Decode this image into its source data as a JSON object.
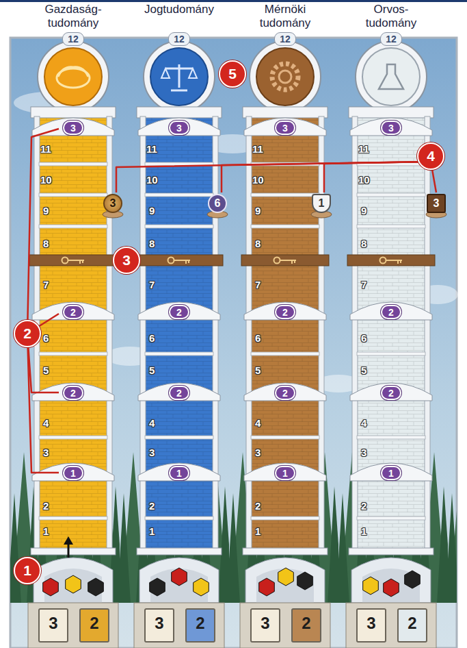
{
  "diagram": {
    "nodes": [
      {
        "text": [
          "Gazdaság- tudomány"
        ]
      },
      {
        "text": [
          "12"
        ],
        "in": 0
      },
      {
        "text": [
          "3"
        ],
        "in": 0
      },
      {
        "text": [
          "2"
        ],
        "in": 0
      },
      {
        "text": [
          "2"
        ],
        "in": 0
      },
      {
        "text": [
          "1"
        ],
        "in": 0
      },
      {
        "text": [
          "3"
        ],
        "in": 0
      },
      {
        "text": [
          "3"
        ],
        "in": 0
      },
      {
        "text": [
          "2"
        ],
        "in": 0
      },
      {
        "text": [
          "Jogtudomány"
        ]
      },
      {
        "text": [
          "12"
        ],
        "in": 9
      },
      {
        "text": [
          "3"
        ],
        "in": 9
      },
      {
        "text": [
          "2"
        ],
        "in": 9
      },
      {
        "text": [
          "2"
        ],
        "in": 9
      },
      {
        "text": [
          "1"
        ],
        "in": 9
      },
      {
        "text": [
          "6"
        ],
        "in": 9
      },
      {
        "text": [
          "3"
        ],
        "in": 9
      },
      {
        "text": [
          "2"
        ],
        "in": 9
      },
      {
        "text": [
          "Mérnöki tudomány"
        ]
      },
      {
        "text": [
          "12"
        ],
        "in": 18
      },
      {
        "text": [
          "3"
        ],
        "in": 18
      },
      {
        "text": [
          "2"
        ],
        "in": 18
      },
      {
        "text": [
          "2"
        ],
        "in": 18
      },
      {
        "text": [
          "1"
        ],
        "in": 18
      },
      {
        "text": [
          "1"
        ],
        "in": 18
      },
      {
        "text": [
          "3"
        ],
        "in": 18
      },
      {
        "text": [
          "2"
        ],
        "in": 18
      },
      {
        "text": [
          "Orvos- tudomány"
        ]
      },
      {
        "text": [
          "12"
        ],
        "in": 27
      },
      {
        "text": [
          "3"
        ],
        "in": 27
      },
      {
        "text": [
          "2"
        ],
        "in": 27
      },
      {
        "text": [
          "2"
        ],
        "in": 27
      },
      {
        "text": [
          "1"
        ],
        "in": 27
      },
      {
        "text": [
          "3"
        ],
        "in": 27
      },
      {
        "text": [
          "3"
        ],
        "in": 27
      },
      {
        "text": [
          "2"
        ],
        "in": 27
      }
    ],
    "labels": [
      "11",
      "10",
      "9",
      "8",
      "7",
      "6",
      "5",
      "4",
      "3",
      "2",
      "1",
      "11",
      "10",
      "9",
      "8",
      "7",
      "6",
      "5",
      "4",
      "3",
      "2",
      "1",
      "11",
      "10",
      "9",
      "8",
      "7",
      "6",
      "5",
      "4",
      "3",
      "2",
      "1",
      "11",
      "10",
      "9",
      "8",
      "7",
      "6",
      "5",
      "4",
      "3",
      "2",
      "1",
      "1",
      "2",
      "3",
      "4",
      "5"
    ]
  }
}
